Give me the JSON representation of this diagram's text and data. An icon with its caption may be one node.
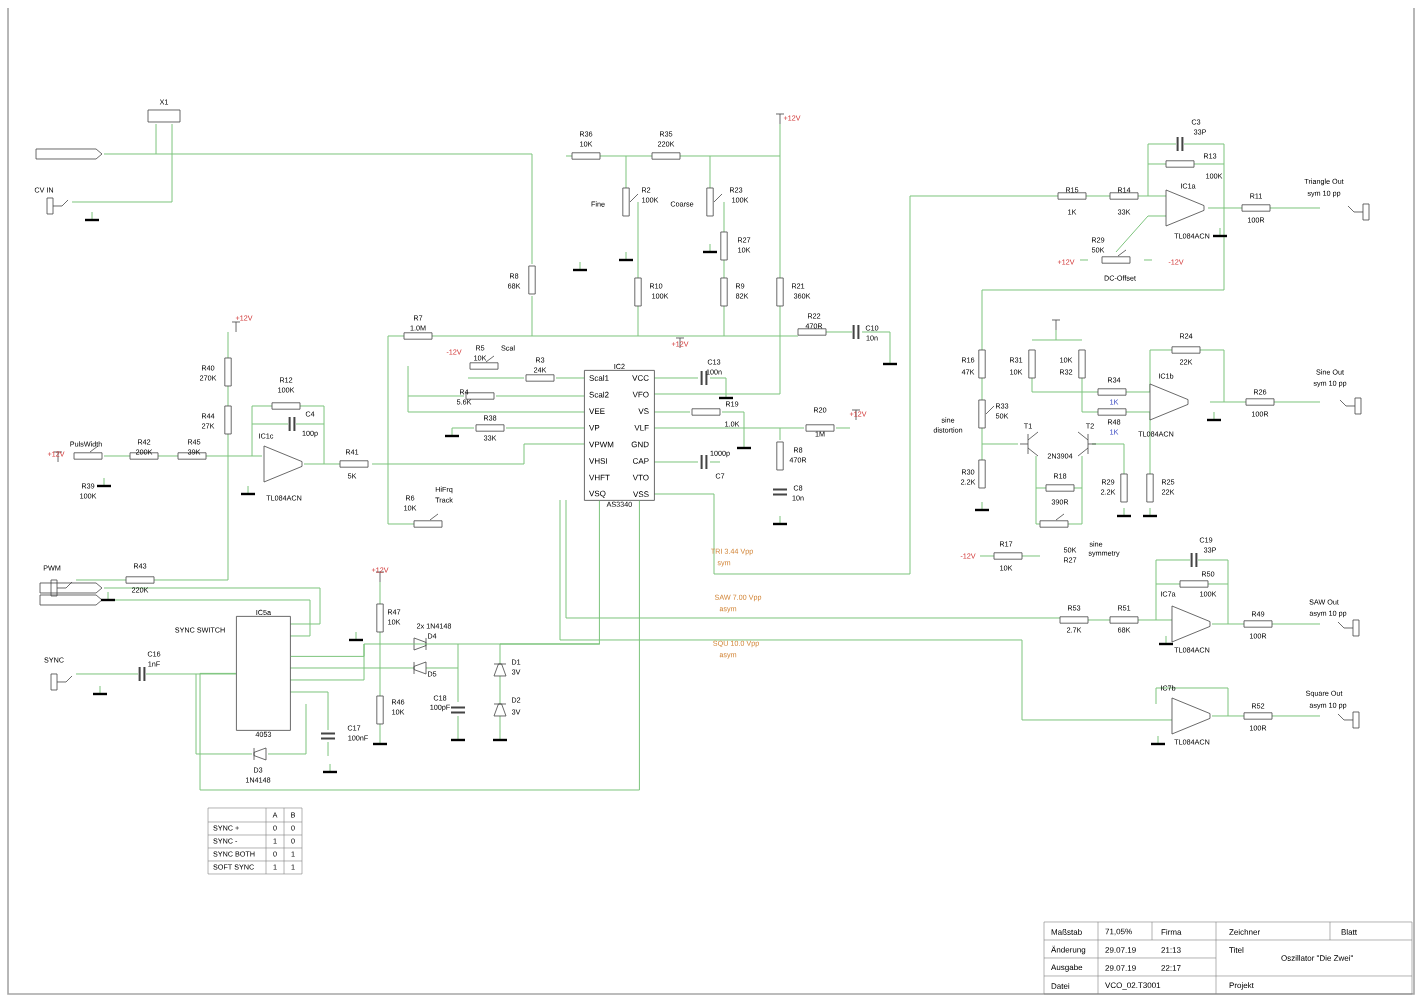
{
  "diagram": {
    "nodes": [
      {
        "text": [
          "IC2",
          "AS3340"
        ]
      },
      {
        "text": [
          "IC5a",
          "4053"
        ]
      }
    ],
    "edges": [
      {
        "from": 0,
        "to": 1,
        "arrow": "none"
      },
      {
        "from": 0,
        "to": 1,
        "arrow": "none"
      }
    ],
    "labels": [
      "X1",
      "CV IN",
      "R36",
      "10K",
      "R35",
      "220K",
      "+12V",
      "Fine",
      "R2",
      "100K",
      "Coarse",
      "R23",
      "100K",
      "R27",
      "10K",
      "R8",
      "68K",
      "R10",
      "100K",
      "R9",
      "82K",
      "R21",
      "360K",
      "C3",
      "33P",
      "R13",
      "100K",
      "R15",
      "1K",
      "R14",
      "33K",
      "IC1a",
      "R11",
      "100R",
      "Triangle Out",
      "sym 10 pp",
      "R29",
      "50K",
      "TL084ACN",
      "+12V",
      "-12V",
      "DC-Offset",
      "R7",
      "1.0M",
      "R22",
      "470R",
      "C10",
      "10n",
      "+12V",
      "R40",
      "270K",
      "R12",
      "100K",
      "-12V",
      "R5",
      "10K",
      "Scal",
      "R3",
      "24K",
      "C13",
      "100n",
      "+12V",
      "R4",
      "5.6K",
      "Scal1",
      "Scal2",
      "VEE",
      "VP",
      "VPWM",
      "VHSI",
      "VHFT",
      "VSQ",
      "VCC",
      "VFO",
      "VS",
      "VLF",
      "GND",
      "CAP",
      "VTO",
      "VSS",
      "R44",
      "27K",
      "C4",
      "100p",
      "R19",
      "1.0K",
      "R20",
      "1M",
      "+12V",
      "R38",
      "33K",
      "R16",
      "47K",
      "R31",
      "10K",
      "10K",
      "R32",
      "R24",
      "22K",
      "R34",
      "1K",
      "IC1b",
      "R26",
      "100R",
      "Sine Out",
      "sym 10 pp",
      "R33",
      "50K",
      "sine",
      "distortion",
      "R48",
      "1K",
      "TL084ACN",
      "R8",
      "470R",
      "1000p",
      "C7",
      "R6",
      "10K",
      "HiFrq",
      "Track",
      "C8",
      "10n",
      "+12V",
      "PulsWidth",
      "R42",
      "200K",
      "R45",
      "39K",
      "R39",
      "100K",
      "IC1c",
      "TL084ACN",
      "R41",
      "5K",
      "T1",
      "T2",
      "2N3904",
      "R30",
      "2.2K",
      "R18",
      "390R",
      "R29",
      "2.2K",
      "R25",
      "22K",
      "TRI 3.44 Vpp",
      "sym",
      "-12V",
      "R17",
      "10K",
      "50K",
      "R27",
      "sine",
      "symmetry",
      "PWM",
      "R43",
      "220K",
      "C19",
      "33P",
      "R50",
      "100K",
      "SAW 7.00 Vpp",
      "asym",
      "SYNC SWITCH",
      "+12V",
      "R47",
      "10K",
      "2x 1N4148",
      "D4",
      "D5",
      "R53",
      "2.7K",
      "R51",
      "68K",
      "IC7a",
      "R49",
      "100R",
      "SAW Out",
      "asym 10 pp",
      "SQU 10.0 Vpp",
      "asym",
      "SYNC",
      "C16",
      "1nF",
      "D1",
      "3V",
      "TL084ACN",
      "IC7b",
      "R52",
      "100R",
      "Square Out",
      "asym 10 pp",
      "R46",
      "10K",
      "C18",
      "100pF",
      "D2",
      "3V",
      "C17",
      "100nF",
      "TL084ACN",
      "D3",
      "1N4148",
      "A",
      "B",
      "SYNC +",
      "0",
      "0",
      "SYNC -",
      "1",
      "0",
      "SYNC BOTH",
      "0",
      "1",
      "SOFT SYNC",
      "1",
      "1",
      "Maßstab",
      "71,05%",
      "Firma",
      "Zeichner",
      "Blatt",
      "Änderung",
      "29.07.19",
      "21:13",
      "Titel",
      "Oszillator \"Die Zwei\"",
      "Ausgabe",
      "29.07.19",
      "22:17",
      "Datei",
      "VCO_02.T3001",
      "Projekt"
    ]
  }
}
